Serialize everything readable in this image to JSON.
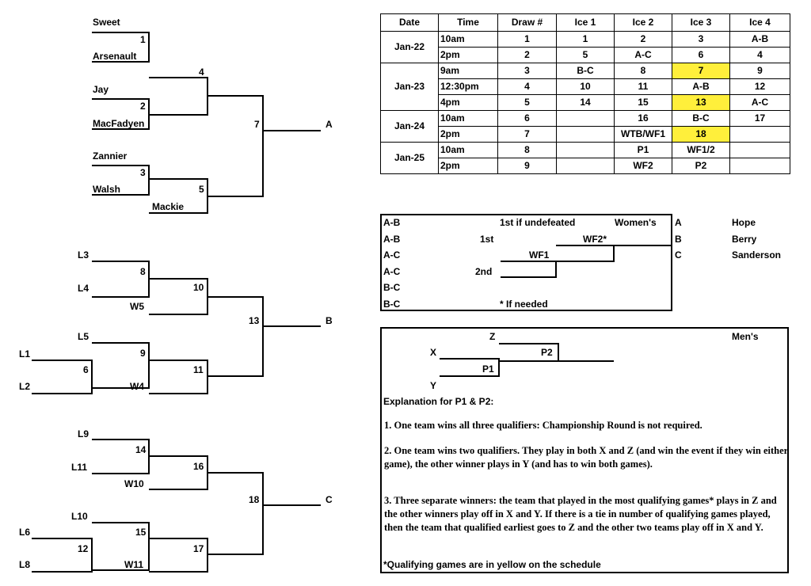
{
  "bracket_a": {
    "teams": [
      "Sweet",
      "Arsenault",
      "Jay",
      "MacFadyen",
      "Zannier",
      "Walsh",
      "Mackie"
    ],
    "games": [
      "1",
      "2",
      "3",
      "4",
      "5",
      "7"
    ],
    "result": "A"
  },
  "bracket_b": {
    "entries": [
      "L3",
      "L4",
      "W5",
      "L5",
      "L1",
      "L2",
      "W4"
    ],
    "games": [
      "8",
      "10",
      "13",
      "9",
      "6",
      "11"
    ],
    "result": "B"
  },
  "bracket_c": {
    "entries": [
      "L9",
      "L11",
      "W10",
      "L10",
      "L6",
      "L8",
      "W11"
    ],
    "games": [
      "14",
      "16",
      "18",
      "15",
      "12",
      "17"
    ],
    "result": "C"
  },
  "schedule": {
    "headers": [
      "Date",
      "Time",
      "Draw #",
      "Ice 1",
      "Ice 2",
      "Ice 3",
      "Ice 4"
    ],
    "rows": [
      {
        "date": "Jan-22",
        "time": "10am",
        "draw": "1",
        "ice1": "1",
        "ice2": "2",
        "ice3": "3",
        "ice4": "A-B"
      },
      {
        "date": "",
        "time": "2pm",
        "draw": "2",
        "ice1": "5",
        "ice2": "A-C",
        "ice3": "6",
        "ice4": "4"
      },
      {
        "date": "Jan-23",
        "time": "9am",
        "draw": "3",
        "ice1": "B-C",
        "ice2": "8",
        "ice3": "7",
        "ice4": "9"
      },
      {
        "date": "",
        "time": "12:30pm",
        "draw": "4",
        "ice1": "10",
        "ice2": "11",
        "ice3": "A-B",
        "ice4": "12"
      },
      {
        "date": "",
        "time": "4pm",
        "draw": "5",
        "ice1": "14",
        "ice2": "15",
        "ice3": "13",
        "ice4": "A-C"
      },
      {
        "date": "Jan-24",
        "time": "10am",
        "draw": "6",
        "ice1": "",
        "ice2": "16",
        "ice3": "B-C",
        "ice4": "17"
      },
      {
        "date": "",
        "time": "2pm",
        "draw": "7",
        "ice1": "",
        "ice2": "WTB/WF1",
        "ice3": "18",
        "ice4": ""
      },
      {
        "date": "Jan-25",
        "time": "10am",
        "draw": "8",
        "ice1": "",
        "ice2": "P1",
        "ice3": "WF1/2",
        "ice4": ""
      },
      {
        "date": "",
        "time": "2pm",
        "draw": "9",
        "ice1": "",
        "ice2": "WF2",
        "ice3": "P2",
        "ice4": ""
      }
    ],
    "highlight_color": "#ffef3b"
  },
  "womens": {
    "matchups": [
      "A-B",
      "A-B",
      "A-C",
      "A-C",
      "B-C",
      "B-C"
    ],
    "first_if_undefeated": "1st if undefeated",
    "title": "Women's",
    "first": "1st",
    "second": "2nd",
    "wf1": "WF1",
    "wf2": "WF2*",
    "if_needed": "* If needed",
    "pool_letters": [
      "A",
      "B",
      "C"
    ],
    "pool_teams": [
      "Hope",
      "Berry",
      "Sanderson"
    ]
  },
  "mens": {
    "title": "Men's",
    "z": "Z",
    "x": "X",
    "y": "Y",
    "p1": "P1",
    "p2": "P2",
    "explanation_heading": "Explanation for P1 & P2:",
    "point1": "1. One team wins all three qualifiers: Championship Round is not required.",
    "point2": "2. One team wins two qualifiers. They play in both X and Z (and win the event if they win either game), the other winner plays in Y (and has to win both games).",
    "point3": "3. Three separate winners: the team that played in the most qualifying games* plays in Z and the other winners play off in X and Y. If there is a tie in number of qualifying games played, then the team that qualified earliest goes to Z and the other two teams play off in X and Y.",
    "footnote": "*Qualifying games are in yellow on the schedule"
  }
}
